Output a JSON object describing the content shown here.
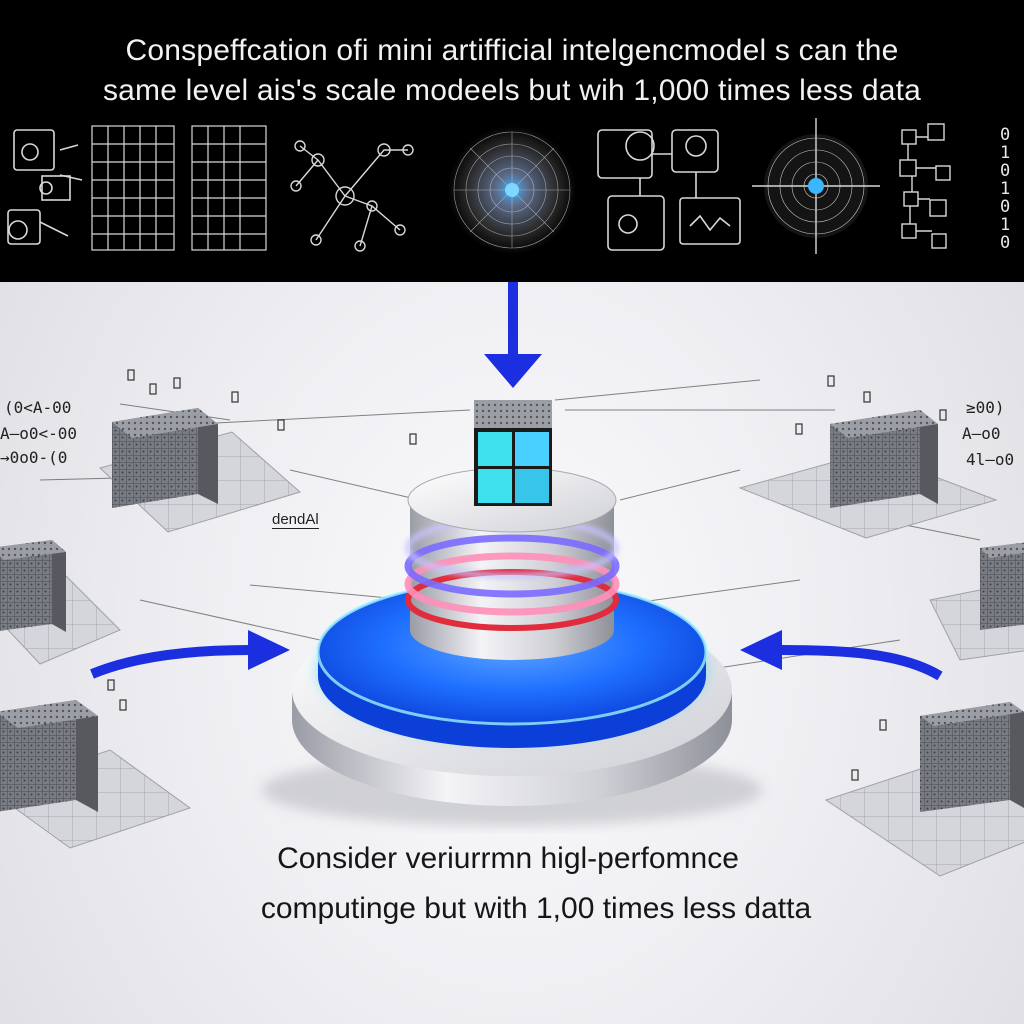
{
  "headline": {
    "line1": "Conspeffcation ofi mini artifficial intelgencmodel  s can the",
    "line2": "same level ais's scale modeels but wih 1,000 times less data"
  },
  "caption": {
    "line1": "Consider veriurrmn higl-perfomnce",
    "line2": "computinge but with  1,00  times  less datta"
  },
  "brand_label": "dendAl",
  "code_fragments": {
    "left_1": "(0<A-00",
    "left_2": "A—o0<-00",
    "left_3": "→0o0-(0",
    "right_1": "≥00)",
    "right_2": "A—o0",
    "right_3": "4l—o0"
  },
  "binary_column": [
    "0",
    "1",
    "0",
    "1",
    "0",
    "1",
    "0"
  ],
  "colors": {
    "header_background": "#000000",
    "arrow_blue": "#1c2fe0",
    "glow_blue": "#1e74ff",
    "cube_cyan": "#3fe0ee"
  },
  "icons": [
    "network-icon",
    "grid-icon",
    "graph-icon",
    "neural-sphere-icon",
    "circuit-icon",
    "target-sphere-icon",
    "flowchart-icon"
  ]
}
